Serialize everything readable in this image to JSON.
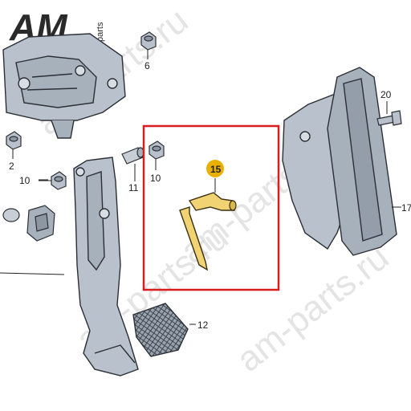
{
  "logo": {
    "main": "AM",
    "sub": "parts"
  },
  "watermark": "am-parts.ru",
  "highlight_color": "#d91c1c",
  "highlight_part": {
    "number": "15",
    "badge_color": "#e8b000"
  },
  "callouts": [
    {
      "id": "c6",
      "text": "6"
    },
    {
      "id": "c2",
      "text": "2"
    },
    {
      "id": "c10a",
      "text": "10"
    },
    {
      "id": "c11",
      "text": "11"
    },
    {
      "id": "c10b",
      "text": "10"
    },
    {
      "id": "c12",
      "text": "12"
    },
    {
      "id": "c20",
      "text": "20"
    },
    {
      "id": "c17",
      "text": "17"
    }
  ]
}
